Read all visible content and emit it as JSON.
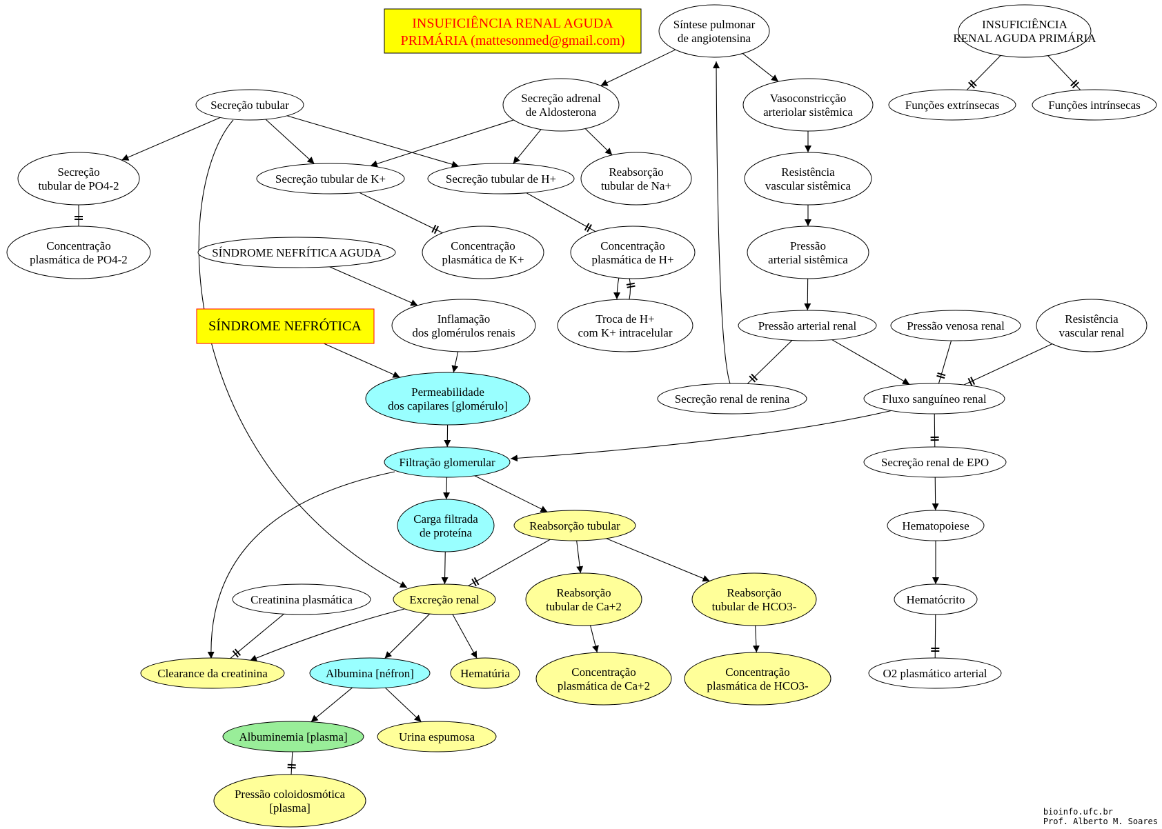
{
  "colors": {
    "white": "#ffffff",
    "yellow": "#ffff99",
    "cyan": "#99ffff",
    "green": "#99ee99",
    "title_box": "#ffff00",
    "title_text": "#ff0000"
  },
  "title": {
    "line1": "INSUFICIÊNCIA RENAL AGUDA",
    "line2": "PRIMÁRIA (mattesonmed@gmail.com)"
  },
  "nodes": {
    "sintese": {
      "lines": [
        "Síntese pulmonar",
        "de angiotensina"
      ],
      "color": "white"
    },
    "ira": {
      "lines": [
        "INSUFICIÊNCIA",
        "RENAL AGUDA PRIMÁRIA"
      ],
      "color": "white"
    },
    "sec_tub": {
      "lines": [
        "Secreção tubular"
      ],
      "color": "white"
    },
    "sec_adrenal": {
      "lines": [
        "Secreção adrenal",
        "de Aldosterona"
      ],
      "color": "white"
    },
    "vasoconstr": {
      "lines": [
        "Vasoconstricção",
        "arteriolar sistêmica"
      ],
      "color": "white"
    },
    "func_extr": {
      "lines": [
        "Funções extrínsecas"
      ],
      "color": "white"
    },
    "func_intr": {
      "lines": [
        "Funções intrínsecas"
      ],
      "color": "white"
    },
    "sec_po4": {
      "lines": [
        "Secreção",
        "tubular de PO4-2"
      ],
      "color": "white"
    },
    "sec_k": {
      "lines": [
        "Secreção tubular de K+"
      ],
      "color": "white"
    },
    "sec_h": {
      "lines": [
        "Secreção tubular de H+"
      ],
      "color": "white"
    },
    "reab_na": {
      "lines": [
        "Reabsorção",
        "tubular de Na+"
      ],
      "color": "white"
    },
    "resist_sist": {
      "lines": [
        "Resistência",
        "vascular sistêmica"
      ],
      "color": "white"
    },
    "conc_po4": {
      "lines": [
        "Concentração",
        "plasmática de PO4-2"
      ],
      "color": "white"
    },
    "sna": {
      "lines": [
        "SÍNDROME NEFRÍTICA AGUDA"
      ],
      "color": "white"
    },
    "conc_k": {
      "lines": [
        "Concentração",
        "plasmática de K+"
      ],
      "color": "white"
    },
    "conc_h": {
      "lines": [
        "Concentração",
        "plasmática de H+"
      ],
      "color": "white"
    },
    "pressao_sist": {
      "lines": [
        "Pressão",
        "arterial sistêmica"
      ],
      "color": "white"
    },
    "inflam": {
      "lines": [
        "Inflamação",
        "dos glomérulos renais"
      ],
      "color": "white"
    },
    "troca": {
      "lines": [
        "Troca de H+",
        "com K+ intracelular"
      ],
      "color": "white"
    },
    "pressao_renal": {
      "lines": [
        "Pressão arterial renal"
      ],
      "color": "white"
    },
    "pressao_venosa": {
      "lines": [
        "Pressão venosa renal"
      ],
      "color": "white"
    },
    "resist_renal": {
      "lines": [
        "Resistência",
        "vascular renal"
      ],
      "color": "white"
    },
    "permeab": {
      "lines": [
        "Permeabilidade",
        "dos capilares [glomérulo]"
      ],
      "color": "cyan"
    },
    "renina": {
      "lines": [
        "Secreção renal de renina"
      ],
      "color": "white"
    },
    "fluxo": {
      "lines": [
        "Fluxo sanguíneo renal"
      ],
      "color": "white"
    },
    "filtracao": {
      "lines": [
        "Filtração glomerular"
      ],
      "color": "cyan"
    },
    "epo": {
      "lines": [
        "Secreção renal de EPO"
      ],
      "color": "white"
    },
    "carga": {
      "lines": [
        "Carga filtrada",
        "de proteína"
      ],
      "color": "cyan"
    },
    "reab_tub": {
      "lines": [
        "Reabsorção tubular"
      ],
      "color": "yellow"
    },
    "hematopoiese": {
      "lines": [
        "Hematopoiese"
      ],
      "color": "white"
    },
    "creat_plasm": {
      "lines": [
        "Creatinina plasmática"
      ],
      "color": "white"
    },
    "excrecao": {
      "lines": [
        "Excreção renal"
      ],
      "color": "yellow"
    },
    "reab_ca": {
      "lines": [
        "Reabsorção",
        "tubular de Ca+2"
      ],
      "color": "yellow"
    },
    "reab_hco3": {
      "lines": [
        "Reabsorção",
        "tubular de HCO3-"
      ],
      "color": "yellow"
    },
    "hematocrito": {
      "lines": [
        "Hematócrito"
      ],
      "color": "white"
    },
    "clearance": {
      "lines": [
        "Clearance da creatinina"
      ],
      "color": "yellow"
    },
    "albumina": {
      "lines": [
        "Albumina [néfron]"
      ],
      "color": "cyan"
    },
    "hematuria": {
      "lines": [
        "Hematúria"
      ],
      "color": "yellow"
    },
    "conc_ca": {
      "lines": [
        "Concentração",
        "plasmática de Ca+2"
      ],
      "color": "yellow"
    },
    "conc_hco3": {
      "lines": [
        "Concentração",
        "plasmática de HCO3-"
      ],
      "color": "yellow"
    },
    "o2": {
      "lines": [
        "O2 plasmático arterial"
      ],
      "color": "white"
    },
    "albuminemia": {
      "lines": [
        "Albuminemia [plasma]"
      ],
      "color": "green"
    },
    "urina": {
      "lines": [
        "Urina espumosa"
      ],
      "color": "yellow"
    },
    "pressao_col": {
      "lines": [
        "Pressão coloidosmótica",
        "[plasma]"
      ],
      "color": "yellow"
    }
  },
  "box_nodes": {
    "sn": {
      "label": "SÍNDROME NEFRÓTICA"
    }
  },
  "edges": [
    {
      "from": "sintese",
      "to": "sec_adrenal",
      "type": "arrow"
    },
    {
      "from": "sintese",
      "to": "vasoconstr",
      "type": "arrow"
    },
    {
      "from": "ira",
      "to": "func_extr",
      "type": "tee"
    },
    {
      "from": "ira",
      "to": "func_intr",
      "type": "tee"
    },
    {
      "from": "sec_tub",
      "to": "sec_po4",
      "type": "arrow"
    },
    {
      "from": "sec_tub",
      "to": "sec_k",
      "type": "arrow"
    },
    {
      "from": "sec_tub",
      "to": "sec_h",
      "type": "arrow"
    },
    {
      "from": "sec_tub",
      "to": "excrecao",
      "type": "arrow"
    },
    {
      "from": "sec_adrenal",
      "to": "sec_k",
      "type": "arrow"
    },
    {
      "from": "sec_adrenal",
      "to": "sec_h",
      "type": "arrow"
    },
    {
      "from": "sec_adrenal",
      "to": "reab_na",
      "type": "arrow"
    },
    {
      "from": "vasoconstr",
      "to": "resist_sist",
      "type": "arrow"
    },
    {
      "from": "sec_po4",
      "to": "conc_po4",
      "type": "tee"
    },
    {
      "from": "sec_k",
      "to": "conc_k",
      "type": "tee"
    },
    {
      "from": "sec_h",
      "to": "conc_h",
      "type": "tee"
    },
    {
      "from": "resist_sist",
      "to": "pressao_sist",
      "type": "arrow"
    },
    {
      "from": "sna",
      "to": "inflam",
      "type": "arrow"
    },
    {
      "from": "conc_h",
      "to": "troca",
      "type": "arrow"
    },
    {
      "from": "troca",
      "to": "conc_h",
      "type": "tee"
    },
    {
      "from": "pressao_sist",
      "to": "pressao_renal",
      "type": "arrow"
    },
    {
      "from": "sn",
      "to": "permeab",
      "type": "arrow"
    },
    {
      "from": "inflam",
      "to": "permeab",
      "type": "arrow"
    },
    {
      "from": "pressao_renal",
      "to": "renina",
      "type": "tee"
    },
    {
      "from": "pressao_renal",
      "to": "fluxo",
      "type": "arrow"
    },
    {
      "from": "pressao_venosa",
      "to": "fluxo",
      "type": "tee"
    },
    {
      "from": "resist_renal",
      "to": "fluxo",
      "type": "tee"
    },
    {
      "from": "renina",
      "to": "sintese",
      "type": "arrow"
    },
    {
      "from": "permeab",
      "to": "filtracao",
      "type": "arrow"
    },
    {
      "from": "fluxo",
      "to": "filtracao",
      "type": "arrow"
    },
    {
      "from": "fluxo",
      "to": "epo",
      "type": "tee"
    },
    {
      "from": "filtracao",
      "to": "carga",
      "type": "arrow"
    },
    {
      "from": "filtracao",
      "to": "reab_tub",
      "type": "arrow"
    },
    {
      "from": "filtracao",
      "to": "clearance",
      "type": "arrow"
    },
    {
      "from": "epo",
      "to": "hematopoiese",
      "type": "arrow"
    },
    {
      "from": "carga",
      "to": "excrecao",
      "type": "arrow"
    },
    {
      "from": "reab_tub",
      "to": "excrecao",
      "type": "tee"
    },
    {
      "from": "reab_tub",
      "to": "reab_ca",
      "type": "arrow"
    },
    {
      "from": "reab_tub",
      "to": "reab_hco3",
      "type": "arrow"
    },
    {
      "from": "hematopoiese",
      "to": "hematocrito",
      "type": "arrow"
    },
    {
      "from": "creat_plasm",
      "to": "clearance",
      "type": "tee"
    },
    {
      "from": "excrecao",
      "to": "clearance",
      "type": "arrow"
    },
    {
      "from": "excrecao",
      "to": "albumina",
      "type": "arrow"
    },
    {
      "from": "excrecao",
      "to": "hematuria",
      "type": "arrow"
    },
    {
      "from": "reab_ca",
      "to": "conc_ca",
      "type": "arrow"
    },
    {
      "from": "reab_hco3",
      "to": "conc_hco3",
      "type": "arrow"
    },
    {
      "from": "hematocrito",
      "to": "o2",
      "type": "tee"
    },
    {
      "from": "albumina",
      "to": "albuminemia",
      "type": "arrow"
    },
    {
      "from": "albumina",
      "to": "urina",
      "type": "arrow"
    },
    {
      "from": "albuminemia",
      "to": "pressao_col",
      "type": "tee"
    }
  ],
  "footer": {
    "line1": "bioinfo.ufc.br",
    "line2": "Prof. Alberto M. Soares"
  }
}
